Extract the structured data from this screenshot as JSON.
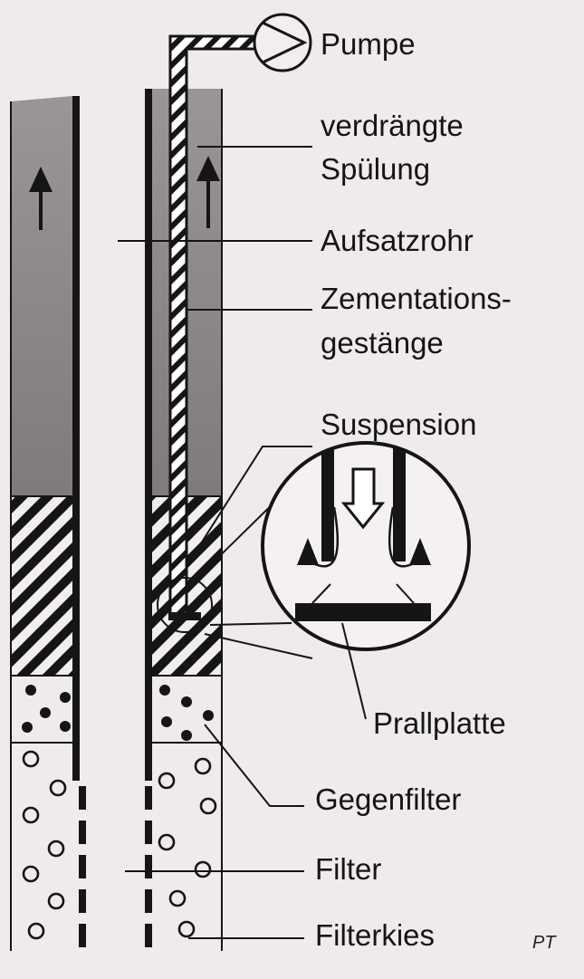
{
  "labels": {
    "pump": "Pumpe",
    "displaced_flush_1": "verdrängte",
    "displaced_flush_2": "Spülung",
    "riser_pipe": "Aufsatzrohr",
    "cementing_rod_1": "Zementations-",
    "cementing_rod_2": "gestänge",
    "suspension": "Suspension",
    "baffle_plate": "Prallplatte",
    "counter_filter": "Gegenfilter",
    "filter": "Filter",
    "filter_gravel": "Filterkies"
  },
  "credit": "PT",
  "colors": {
    "background": "#efeaec",
    "ink": "#151515",
    "displaced_fluid": "#8f8a8c",
    "suspension_hatch": "#151515"
  },
  "icons": {
    "pump": "pump-symbol",
    "flow_arrow": "up-arrow",
    "gravel": "open-circle",
    "counter_filter_grain": "filled-dot"
  }
}
